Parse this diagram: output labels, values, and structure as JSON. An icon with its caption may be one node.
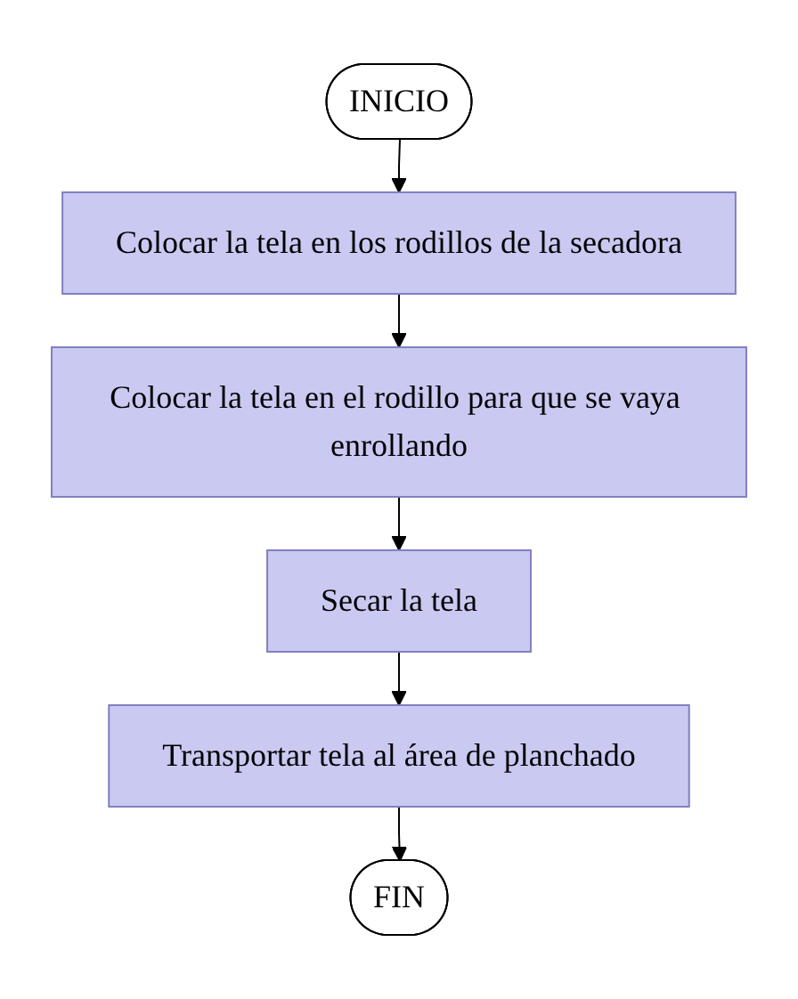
{
  "diagram": {
    "nodes": [
      {
        "text": [
          "INICIO"
        ]
      },
      {
        "text": [
          "Colocar la tela en los rodillos de la secadora"
        ]
      },
      {
        "text": [
          "Colocar la tela en el rodillo para que se vaya enrollando"
        ]
      },
      {
        "text": [
          "Secar la tela"
        ]
      },
      {
        "text": [
          "Transportar tela al área de planchado"
        ]
      },
      {
        "text": [
          "FIN"
        ]
      }
    ],
    "edges": [
      {
        "from": 0,
        "to": 1,
        "arrow": "to"
      },
      {
        "from": 1,
        "to": 2,
        "arrow": "to"
      },
      {
        "from": 2,
        "to": 3,
        "arrow": "to"
      },
      {
        "from": 3,
        "to": 4,
        "arrow": "to"
      },
      {
        "from": 4,
        "to": 5,
        "arrow": "to"
      }
    ]
  }
}
